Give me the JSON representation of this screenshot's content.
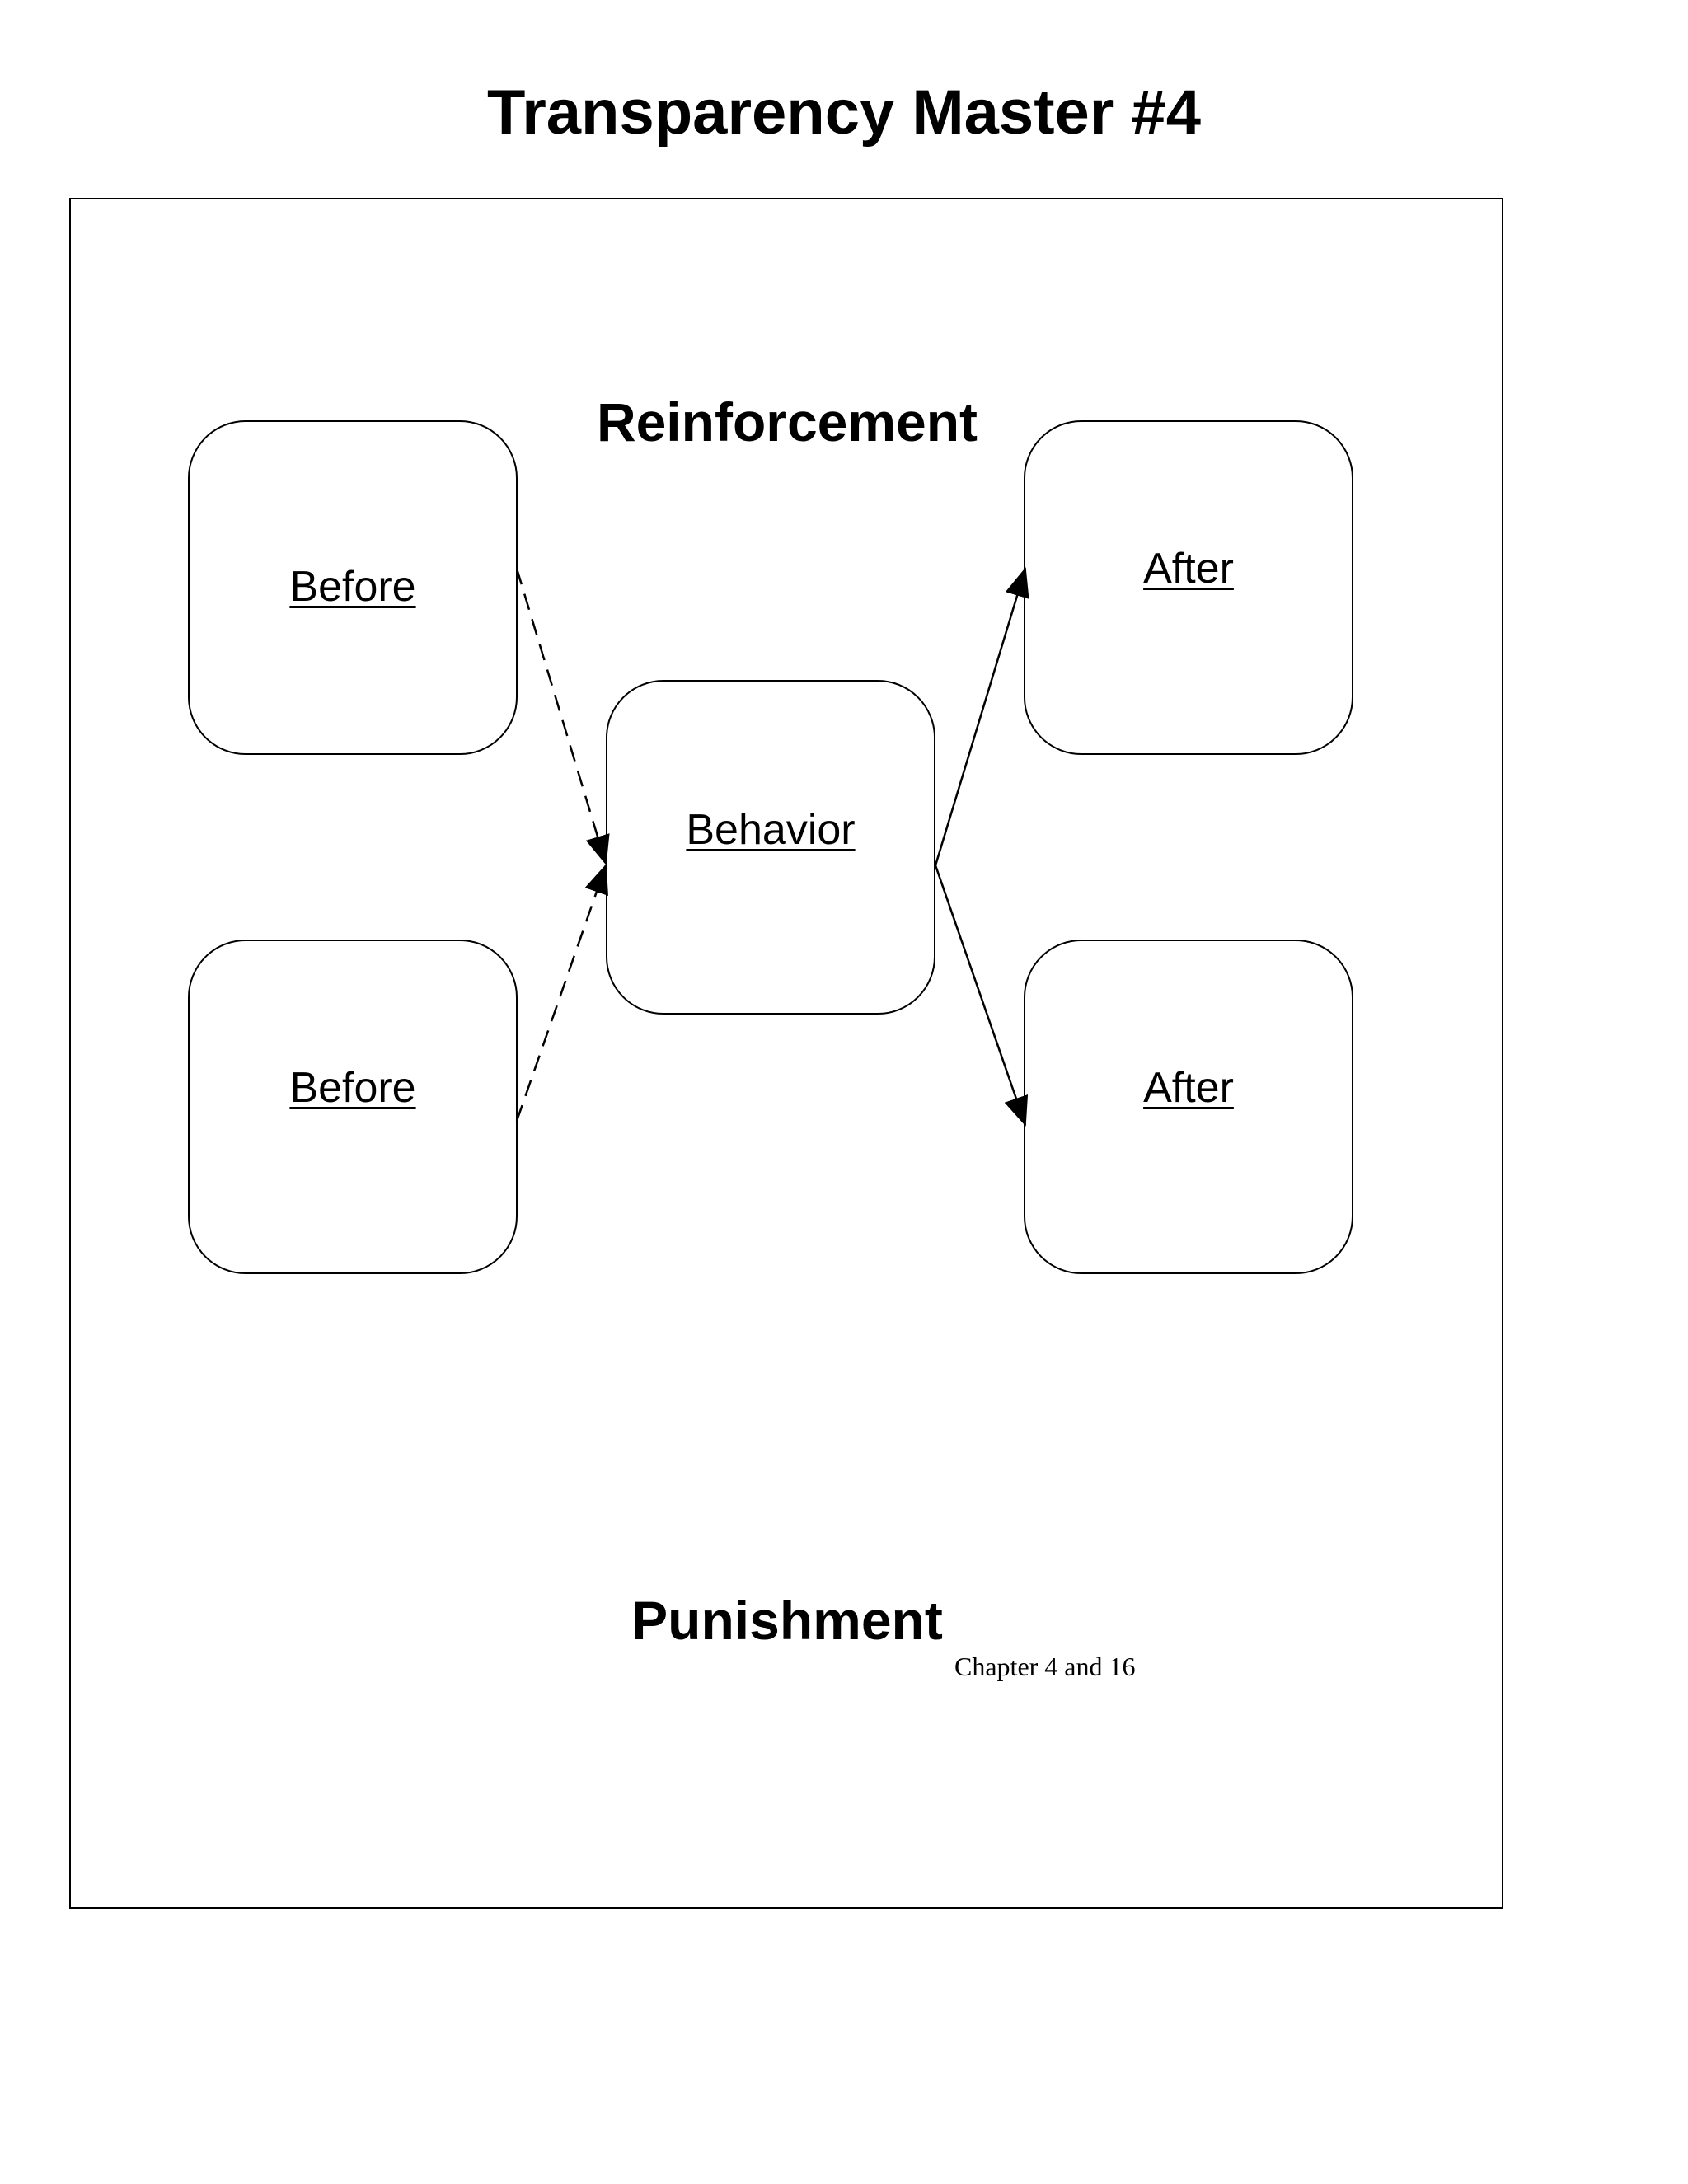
{
  "document": {
    "title": "Transparency Master #4",
    "footnote": "Chapter 4 and 16"
  },
  "diagram": {
    "sections": {
      "top": "Reinforcement",
      "bottom": "Punishment"
    },
    "nodes": {
      "before_top": "Before",
      "before_bottom": "Before",
      "behavior": "Behavior",
      "after_top": "After",
      "after_bottom": "After"
    },
    "edges": [
      {
        "from": "before_top",
        "to": "behavior",
        "style": "dashed"
      },
      {
        "from": "before_bottom",
        "to": "behavior",
        "style": "dashed"
      },
      {
        "from": "behavior",
        "to": "after_top",
        "style": "solid"
      },
      {
        "from": "behavior",
        "to": "after_bottom",
        "style": "solid"
      }
    ],
    "stroke_color": "#000000"
  }
}
